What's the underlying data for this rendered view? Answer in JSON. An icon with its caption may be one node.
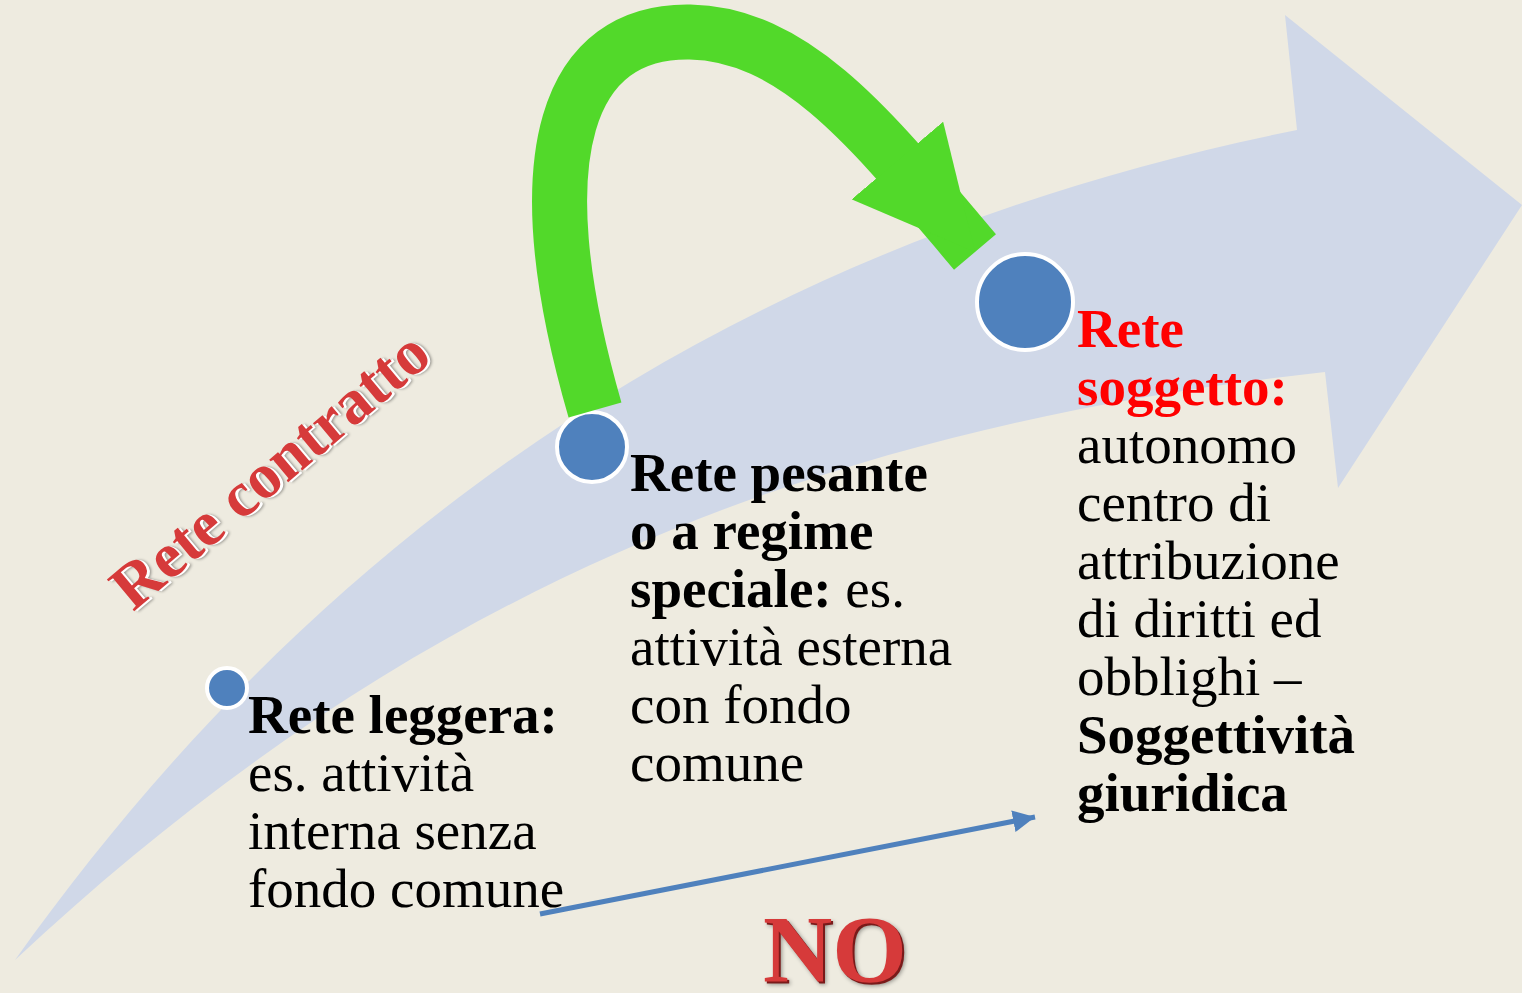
{
  "diagram": {
    "nodes": [
      {
        "text": [
          "**Rete leggera:** es. attività interna senza fondo comune"
        ]
      },
      {
        "text": [
          "**Rete pesante o a regime speciale:** es. attività esterna con fondo comune"
        ]
      },
      {
        "text": [
          "Rete soggetto:",
          "autonomo centro di attribuzione di diritti ed obblighi – **Soggettività giuridica**"
        ]
      }
    ],
    "edges": [
      {
        "from": 1,
        "to": 2,
        "arrow": "to",
        "style": "thick",
        "color": "#52d92a"
      },
      {
        "from": 0,
        "to": 2,
        "arrow": "to",
        "label": "NO",
        "color": "#4f81bd"
      }
    ],
    "labels": [
      "Rete contratto"
    ]
  }
}
